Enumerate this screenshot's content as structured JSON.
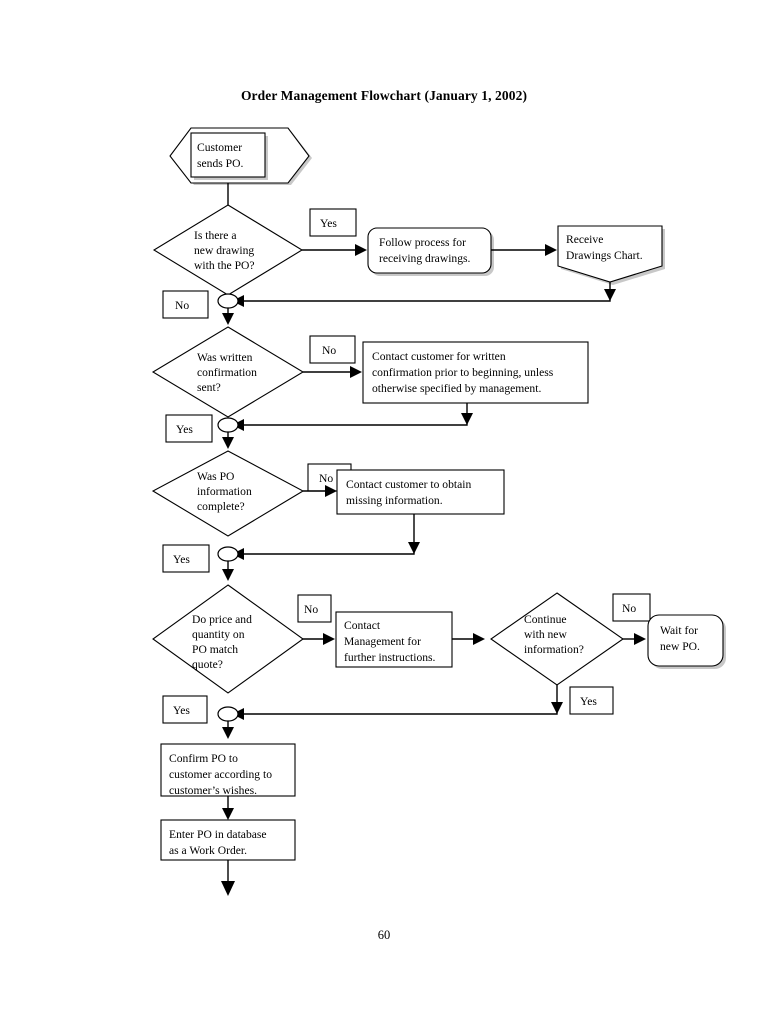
{
  "document": {
    "title": "Order Management Flowchart (January 1, 2002)",
    "page_number": "60"
  },
  "nodes": {
    "start": {
      "label": "Customer\nsends PO.",
      "shape": "hexagon-with-inner-rect"
    },
    "decision_new_drawing": {
      "label": "Is there a\nnew drawing\nwith the PO?",
      "shape": "diamond"
    },
    "process_follow_drawings": {
      "label": "Follow process for\nreceiving drawings.",
      "shape": "rounded-rect-shadow"
    },
    "connector_receive_drawings": {
      "label": "Receive\nDrawings Chart.",
      "shape": "pentagon-down"
    },
    "decision_written_confirmation": {
      "label": "Was written\nconfirmation\nsent?",
      "shape": "diamond"
    },
    "process_contact_written": {
      "label": "Contact customer for written\nconfirmation prior to beginning, unless\notherwise specified by management.",
      "shape": "rect"
    },
    "decision_po_complete": {
      "label": "Was PO\ninformation\ncomplete?",
      "shape": "diamond"
    },
    "process_contact_missing": {
      "label": "Contact customer to obtain\nmissing information.",
      "shape": "rect"
    },
    "decision_price_quantity": {
      "label": "Do price and\nquantity on\nPO match\nquote?",
      "shape": "diamond"
    },
    "process_contact_management": {
      "label": "Contact\nManagement for\nfurther instructions.",
      "shape": "rect"
    },
    "decision_continue_new_info": {
      "label": "Continue\nwith new\ninformation?",
      "shape": "diamond"
    },
    "terminal_wait_new_po": {
      "label": "Wait for\nnew PO.",
      "shape": "rounded-rect-shadow"
    },
    "process_confirm_po": {
      "label": "Confirm PO to\ncustomer according to\ncustomer's wishes.",
      "shape": "rect"
    },
    "process_enter_po": {
      "label": "Enter PO in database\nas a Work Order.",
      "shape": "rect"
    }
  },
  "branch_labels": {
    "drawing_yes": "Yes",
    "drawing_no": "No",
    "confirmation_no": "No",
    "confirmation_yes": "Yes",
    "complete_no": "No",
    "complete_yes": "Yes",
    "match_no": "No",
    "match_yes": "Yes",
    "continue_no": "No",
    "continue_yes": "Yes"
  },
  "colors": {
    "stroke": "#000000",
    "fill": "#ffffff",
    "shadow": "#9a9a9a",
    "background": "#ffffff"
  }
}
